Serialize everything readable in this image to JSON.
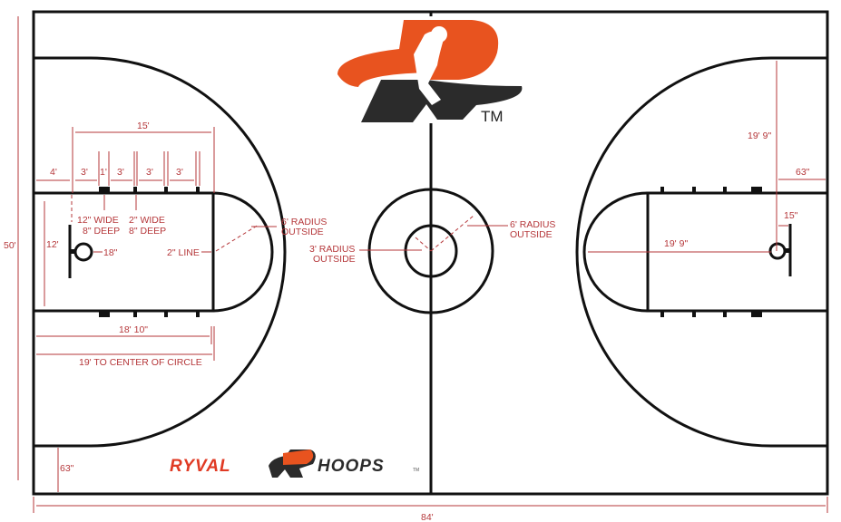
{
  "title": "Ryval Hoops basketball court layout",
  "colors": {
    "court_lines": "#111111",
    "dimensions": "#b5373a",
    "logo_orange": "#e8531f",
    "logo_dark": "#2b2b2b"
  },
  "logo": {
    "tm": "TM"
  },
  "footer_logo": {
    "word1": "RYVAL",
    "word2": "HOOPS",
    "tm": "TM"
  },
  "dimensions": {
    "court_width": "50'",
    "court_length": "84'",
    "left": {
      "key_length": "15'",
      "space_4": "4'",
      "space_3a": "3'",
      "space_1": "1'",
      "space_3b": "3'",
      "space_3c": "3'",
      "space_3d": "3'",
      "mark_wide_1": "12\" WIDE",
      "mark_deep_1": "8\" DEEP",
      "mark_wide_2": "2\" WIDE",
      "mark_deep_2": "8\" DEEP",
      "key_width": "12'",
      "rim": "18\"",
      "line": "2\" LINE",
      "ft_radius_1": "6' RADIUS",
      "ft_radius_2": "OUTSIDE",
      "ft_distance": "18' 10\"",
      "circle_distance": "19' TO CENTER OF CIRCLE",
      "corner": "63\""
    },
    "center": {
      "inner_1": "3' RADIUS",
      "inner_2": "OUTSIDE",
      "outer_1": "6' RADIUS",
      "outer_2": "OUTSIDE"
    },
    "right": {
      "three_vertical": "19' 9\"",
      "corner": "63\"",
      "backboard_offset": "15\"",
      "three_horizontal": "19' 9\""
    }
  }
}
